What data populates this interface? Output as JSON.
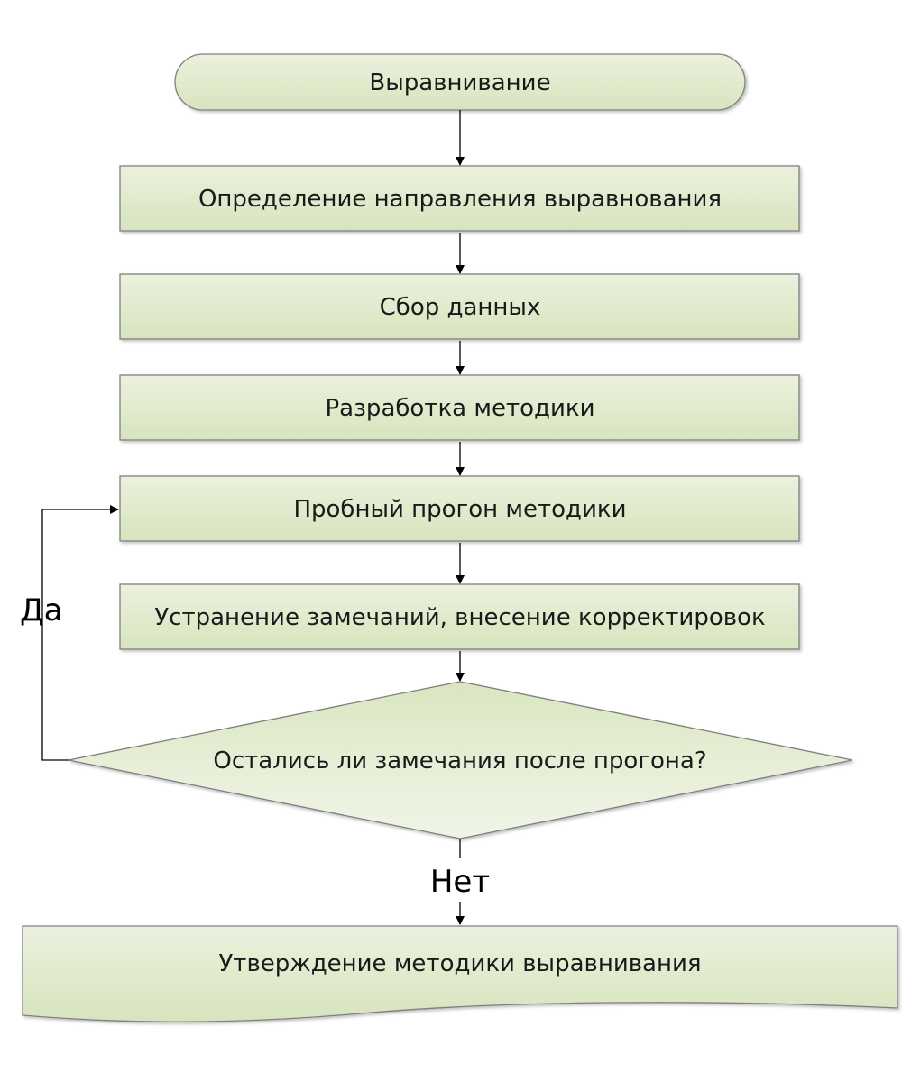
{
  "colors": {
    "fill_light": "#ebf1de",
    "fill_dark": "#d7e4bd",
    "stroke": "#7f7f7f",
    "arrow": "#000000"
  },
  "nodes": {
    "start": "Выравнивание",
    "step1": "Определение направления выравнования",
    "step2": "Сбор данных",
    "step3": "Разработка методики",
    "step4": "Пробный прогон методики",
    "step5": "Устранение замечаний, внесение корректировок",
    "decision": "Остались ли замечания после прогона?",
    "end": "Утверждение методики выравнивания"
  },
  "edge_labels": {
    "yes": "Да",
    "no": "Нет"
  }
}
